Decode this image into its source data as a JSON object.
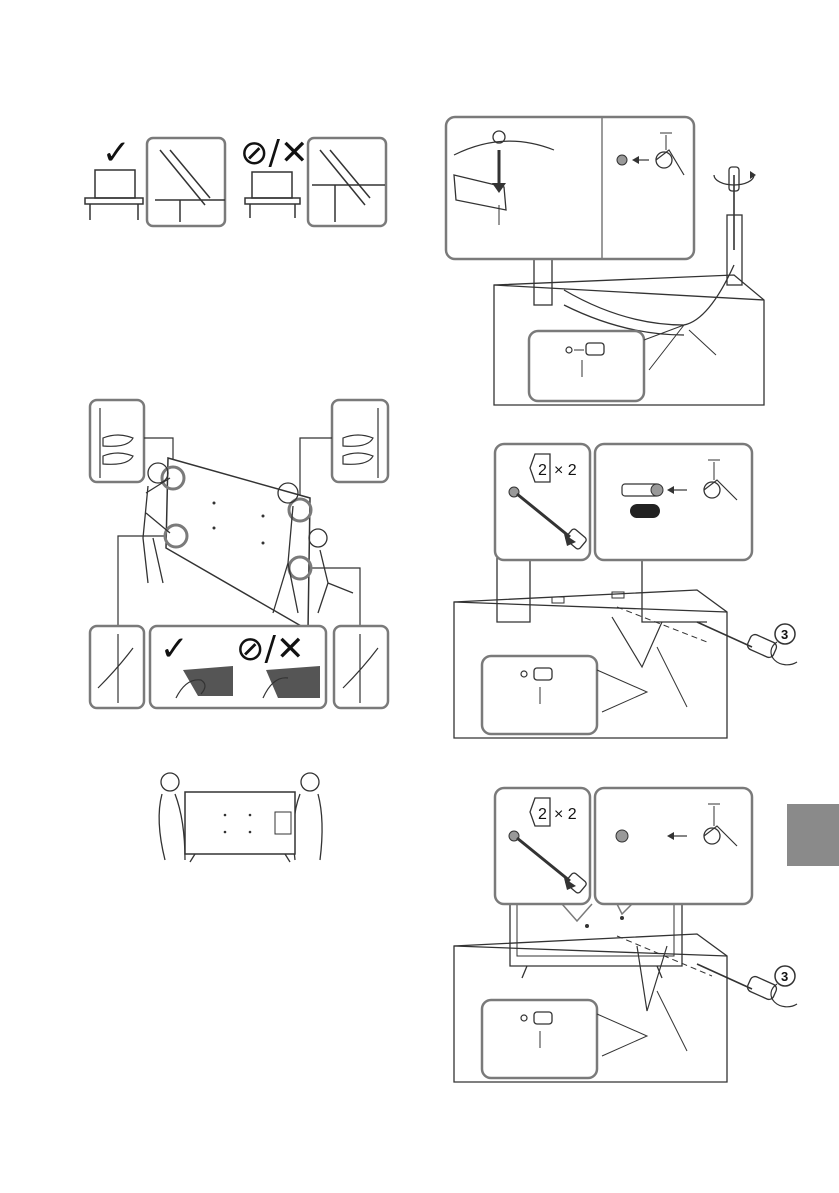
{
  "marks": {
    "correct": "✓",
    "wrong": "⊘/✕"
  },
  "badges": {
    "screw_count_middle": "2",
    "screw_count_bottom": "2",
    "times_middle": "× 2",
    "times_bottom": "× 2",
    "step_middle": "3",
    "step_bottom": "3"
  },
  "colors": {
    "frame": "#7a7a7a",
    "line": "#333333",
    "tab": "#8a8a8a"
  }
}
